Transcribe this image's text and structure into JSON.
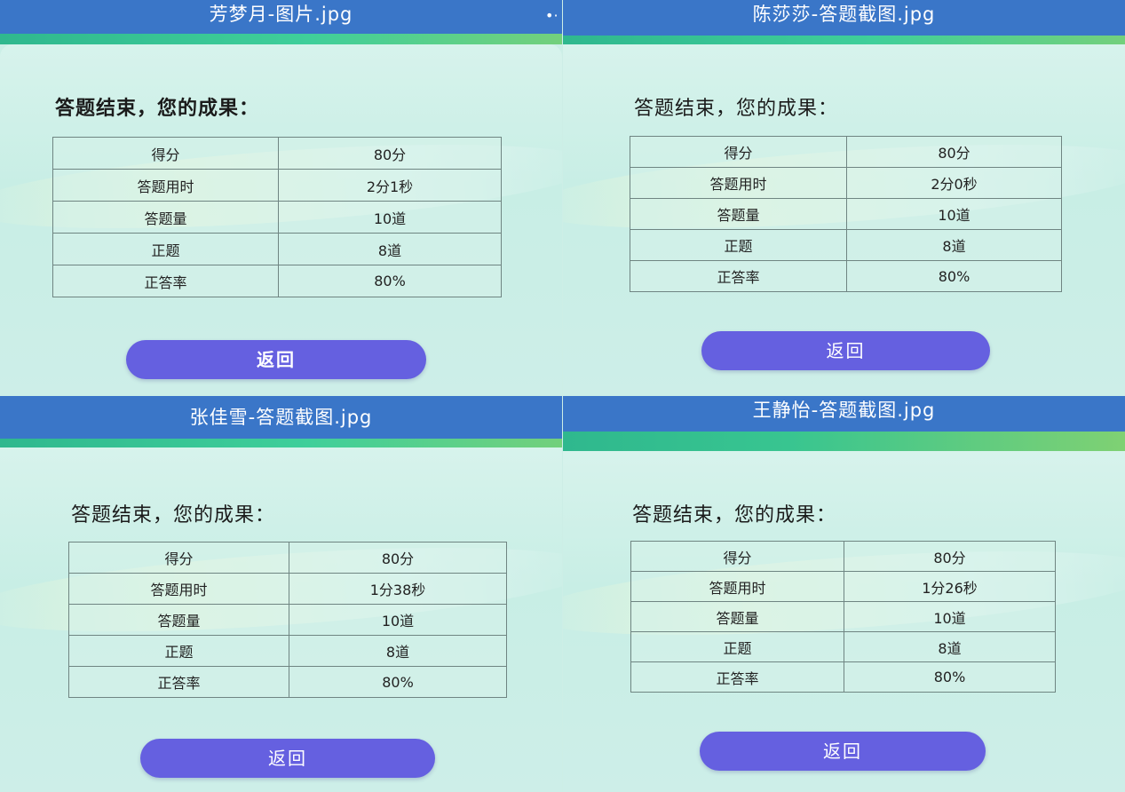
{
  "top_dots": "•·",
  "panels": [
    {
      "title": "芳梦月-图片.jpg",
      "heading": "答题结束，您的成果：",
      "rows": [
        {
          "label": "得分",
          "value": "80分"
        },
        {
          "label": "答题用时",
          "value": "2分1秒"
        },
        {
          "label": "答题量",
          "value": "10道"
        },
        {
          "label": "正题",
          "value": "8道"
        },
        {
          "label": "正答率",
          "value": "80%"
        }
      ],
      "button": "返回"
    },
    {
      "title": "陈莎莎-答题截图.jpg",
      "heading": "答题结束，您的成果：",
      "rows": [
        {
          "label": "得分",
          "value": "80分"
        },
        {
          "label": "答题用时",
          "value": "2分0秒"
        },
        {
          "label": "答题量",
          "value": "10道"
        },
        {
          "label": "正题",
          "value": "8道"
        },
        {
          "label": "正答率",
          "value": "80%"
        }
      ],
      "button": "返回"
    },
    {
      "title": "张佳雪-答题截图.jpg",
      "heading": "答题结束，您的成果：",
      "rows": [
        {
          "label": "得分",
          "value": "80分"
        },
        {
          "label": "答题用时",
          "value": "1分38秒"
        },
        {
          "label": "答题量",
          "value": "10道"
        },
        {
          "label": "正题",
          "value": "8道"
        },
        {
          "label": "正答率",
          "value": "80%"
        }
      ],
      "button": "返回"
    },
    {
      "title": "王静怡-答题截图.jpg",
      "heading": "答题结束，您的成果：",
      "rows": [
        {
          "label": "得分",
          "value": "80分"
        },
        {
          "label": "答题用时",
          "value": "1分26秒"
        },
        {
          "label": "答题量",
          "value": "10道"
        },
        {
          "label": "正题",
          "value": "8道"
        },
        {
          "label": "正答率",
          "value": "80%"
        }
      ],
      "button": "返回"
    }
  ]
}
